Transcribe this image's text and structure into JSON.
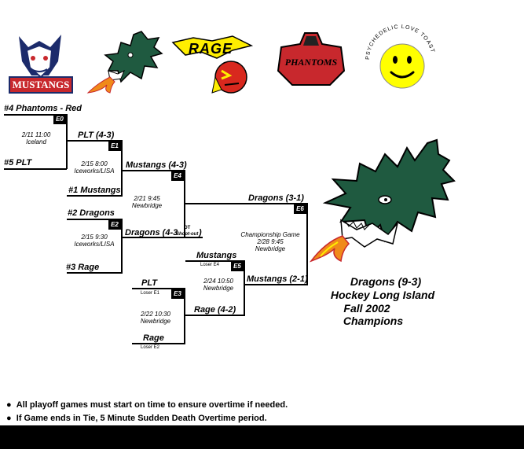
{
  "logos": {
    "mustangs_label": "MUSTANGS",
    "rage_label": "RAGE",
    "phantoms_label": "PHANTOMS",
    "toast_label": "PSYCHEDELIC LOVE TOAST"
  },
  "games": {
    "e0": {
      "id": "E0",
      "info": [
        "2/11  11:00",
        "Iceland"
      ],
      "top": "#4 Phantoms - Red",
      "bottom": "#5 PLT"
    },
    "e1": {
      "id": "E1",
      "info": [
        "2/15  8:00",
        "Iceworks/LISA"
      ],
      "winner": "PLT (4-3)",
      "bottom": "#1 Mustangs"
    },
    "e2": {
      "id": "E2",
      "info": [
        "2/15  9:30",
        "Iceworks/LISA"
      ],
      "top": "#2 Dragons",
      "bottom": "#3 Rage"
    },
    "e3": {
      "id": "E3",
      "info": [
        "2/22  10:30",
        "Newbridge"
      ],
      "top": "PLT",
      "top_note": "Loser E1",
      "bottom": "Rage",
      "bottom_note": "Loser E2",
      "winner": "Rage (4-2)"
    },
    "e4": {
      "id": "E4",
      "info": [
        "2/21  9:45",
        "Newbridge"
      ],
      "top": "Mustangs (4-3)",
      "bottom": "Dragons (4-3",
      "ot": "OT",
      "shootout": "Shoot-out",
      "paren": ")"
    },
    "e5": {
      "id": "E5",
      "info": [
        "2/24  10:50",
        "Newbridge"
      ],
      "top": "Mustangs",
      "top_note": "Loser E4",
      "winner": "Mustangs (2-1)"
    },
    "e6": {
      "id": "E6",
      "info": [
        "Championship Game",
        "2/28  9:45",
        "Newbridge"
      ],
      "winner": "Dragons (3-1)"
    }
  },
  "champion": {
    "lines": [
      "Dragons (9-3)",
      "Hockey Long Island",
      "Fall 2002",
      "Champions"
    ]
  },
  "notes": [
    "All playoff games must start on time to ensure overtime if needed.",
    "If Game ends in Tie,  5 Minute Sudden Death Overtime period."
  ],
  "colors": {
    "dragon_green": "#1f5a40",
    "phantoms_red": "#c8282d",
    "mustangs_navy": "#1c2b6b",
    "toast_yellow": "#ffff00",
    "rage_yellow": "#ffee00"
  }
}
